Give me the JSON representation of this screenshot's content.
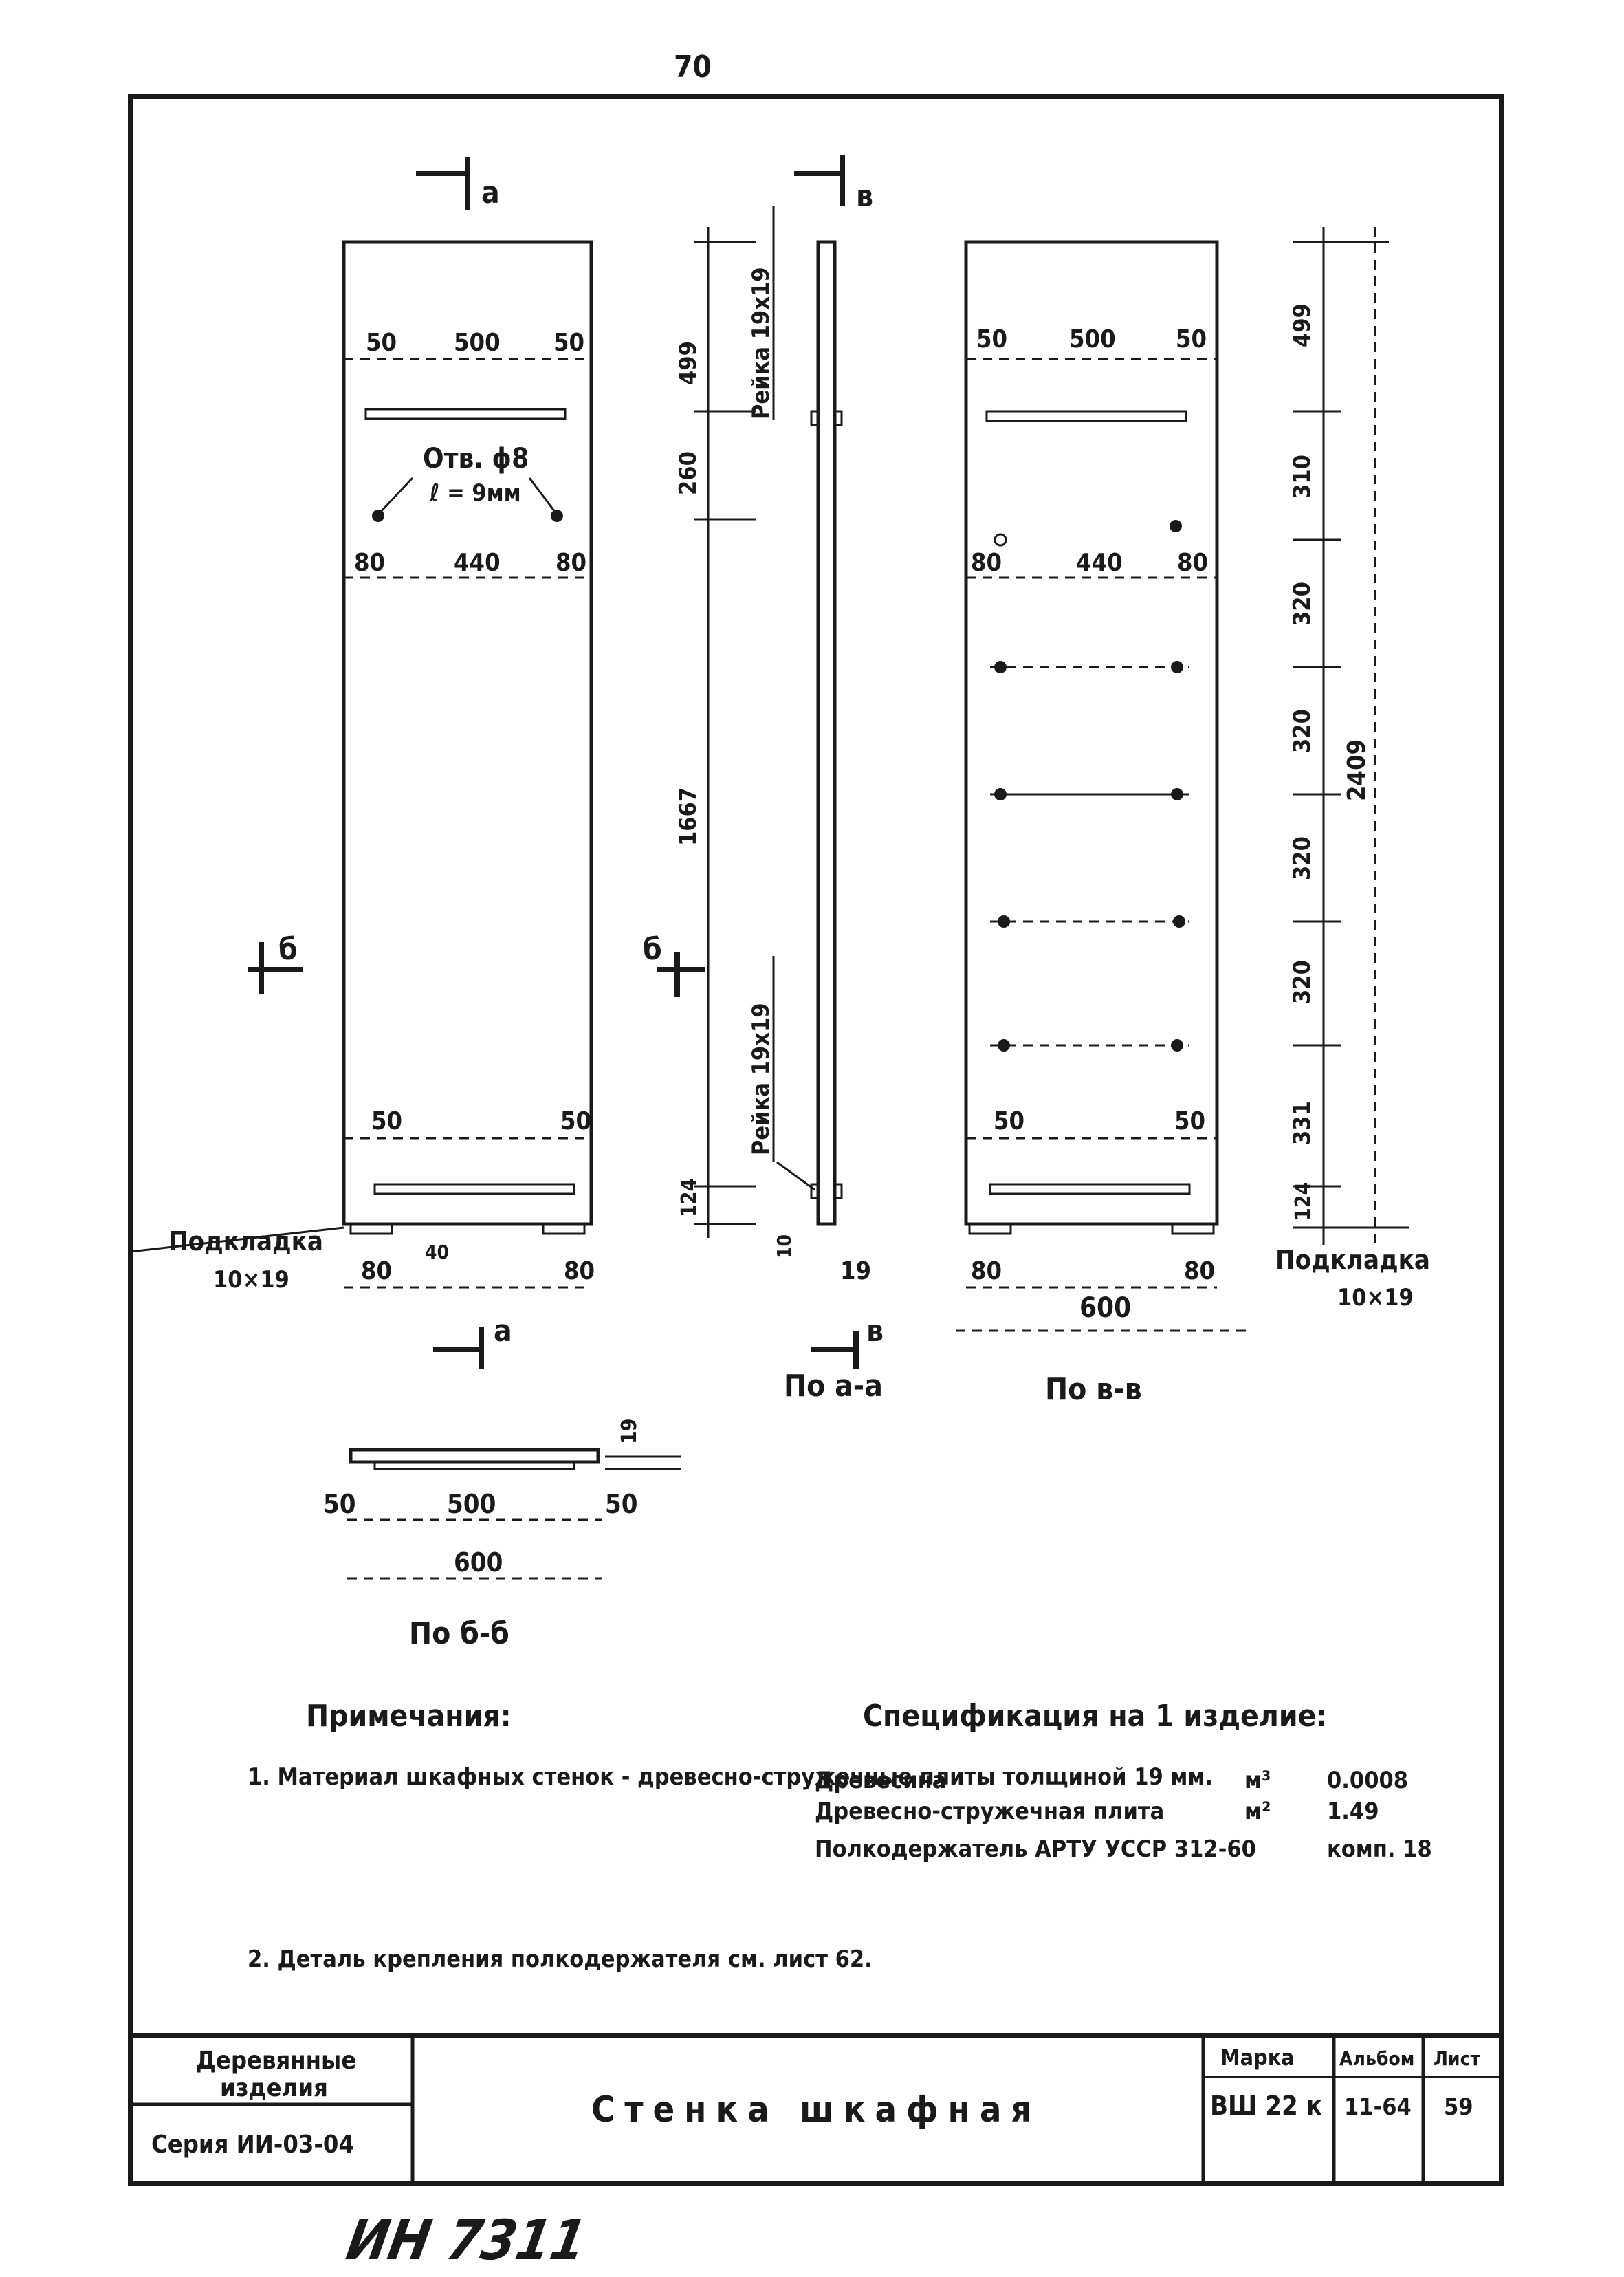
{
  "page_number": "70",
  "elevation_a": {
    "dim_top": [
      "50",
      "500",
      "50"
    ],
    "hole_label": "Отв. ϕ8",
    "hole_depth": "ℓ = 9мм",
    "dim_holes": [
      "80",
      "440",
      "80"
    ],
    "dim_bottom": [
      "50",
      "50"
    ],
    "pad_label": "Подкладка",
    "pad_size": "10×19",
    "dim_pad": [
      "80",
      "80"
    ],
    "small_40": "40"
  },
  "section_aa": {
    "rail_top": "Рейка 19х19",
    "rail_bottom": "Рейка 19х19",
    "dims_vertical": [
      "499",
      "260",
      "1667",
      "124"
    ],
    "dim_10": "10",
    "dim_19": "19",
    "title": "По а-а"
  },
  "elevation_b": {
    "dim_top": [
      "50",
      "500",
      "50"
    ],
    "dim_holes": [
      "80",
      "440",
      "80"
    ],
    "dim_bottom": [
      "50",
      "50"
    ],
    "dim_pad": [
      "80",
      "80"
    ],
    "dim_width": "600",
    "dims_vertical": [
      "499",
      "310",
      "320",
      "320",
      "320",
      "320",
      "331",
      "124"
    ],
    "dim_total": "2409",
    "pad_label": "Подкладка",
    "pad_size": "10×19",
    "title": "По в-в"
  },
  "section_bb": {
    "dim_19": "19",
    "dims": [
      "50",
      "500",
      "50"
    ],
    "dim_total": "600",
    "title": "По б-б"
  },
  "cut_marks": {
    "a": "а",
    "b": "б",
    "v": "в"
  },
  "notes": {
    "heading": "Примечания:",
    "items": [
      "1. Материал шкафных стенок - древесно-стружечные плиты толщиной 19 мм.",
      "2. Деталь крепления полкодержателя см. лист 62."
    ]
  },
  "specification": {
    "heading": "Спецификация на 1 изделие:",
    "rows": [
      {
        "name": "Древесина",
        "unit": "м³",
        "value": "0.0008"
      },
      {
        "name": "Древесно-стружечная плита",
        "unit": "м²",
        "value": "1.49"
      },
      {
        "name": "Полкодержатель АРТУ УССР 312-60",
        "unit": "",
        "value": "комп. 18"
      }
    ]
  },
  "title_block": {
    "category_line1": "Деревянные",
    "category_line2": "изделия",
    "series": "Серия ИИ-03-04",
    "title": "Стенка шкафная",
    "mark_label": "Марка",
    "mark_value": "ВШ 22 к",
    "album_label": "Альбом",
    "album_value": "11-64",
    "sheet_label": "Лист",
    "sheet_value": "59"
  },
  "handwritten": "ИН 7311"
}
